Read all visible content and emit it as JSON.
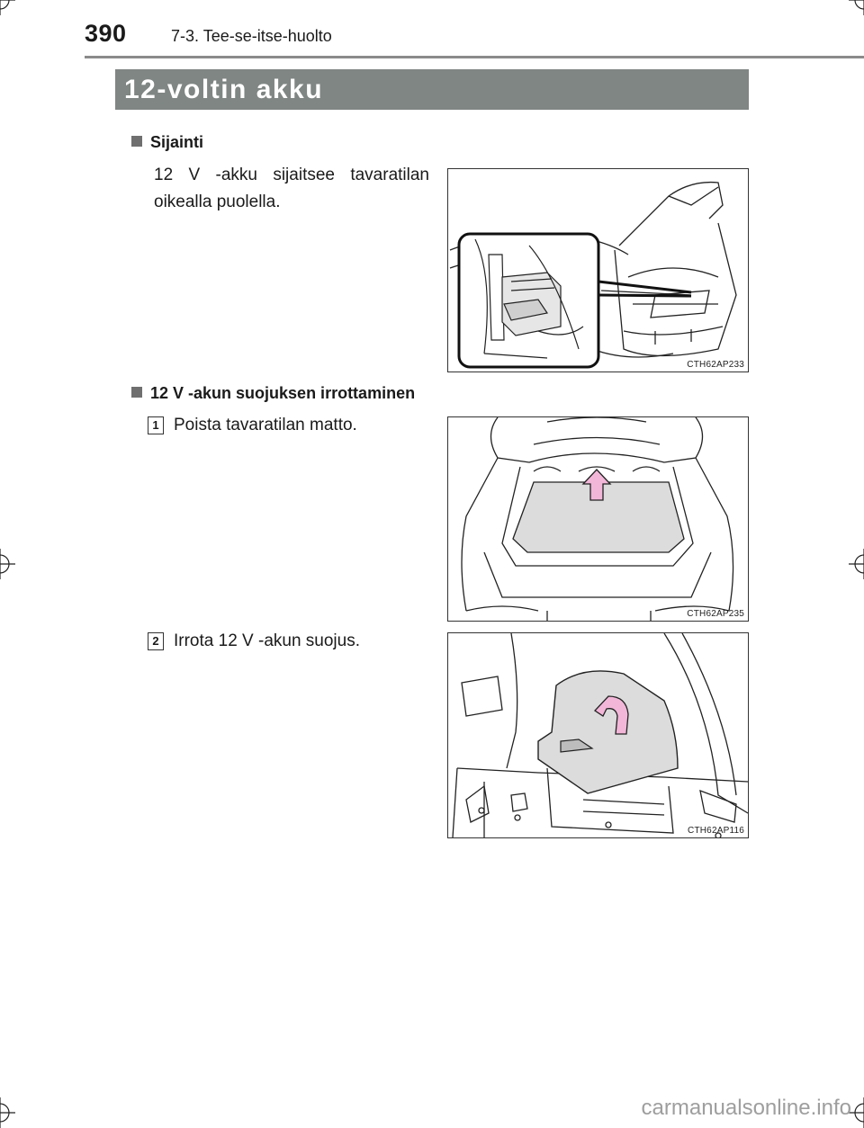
{
  "header": {
    "page_number": "390",
    "chapter": "7-3. Tee-se-itse-huolto"
  },
  "section_title": "12-voltin akku",
  "location": {
    "heading": "Sijainti",
    "text_line1": "12 V -akku sijaitsee tavaratilan",
    "text_line2": "oikealla puolella.",
    "figure_code": "CTH62AP233"
  },
  "cover_removal": {
    "heading": "12 V -akun suojuksen irrottaminen",
    "steps": [
      {
        "number": "1",
        "text": "Poista tavaratilan matto.",
        "figure_code": "CTH62AP235",
        "arrow_icon": "pink-arrow-up"
      },
      {
        "number": "2",
        "text": "Irrota 12 V -akun suojus.",
        "figure_code": "CTH62AP116",
        "arrow_icon": "pink-arrow-curved-up"
      }
    ]
  },
  "watermark": "carmanualsonline.info",
  "colors": {
    "title_bar": "#7f8683",
    "arrow": "#f2b6d8",
    "panel_fill": "#dcdcdc"
  }
}
